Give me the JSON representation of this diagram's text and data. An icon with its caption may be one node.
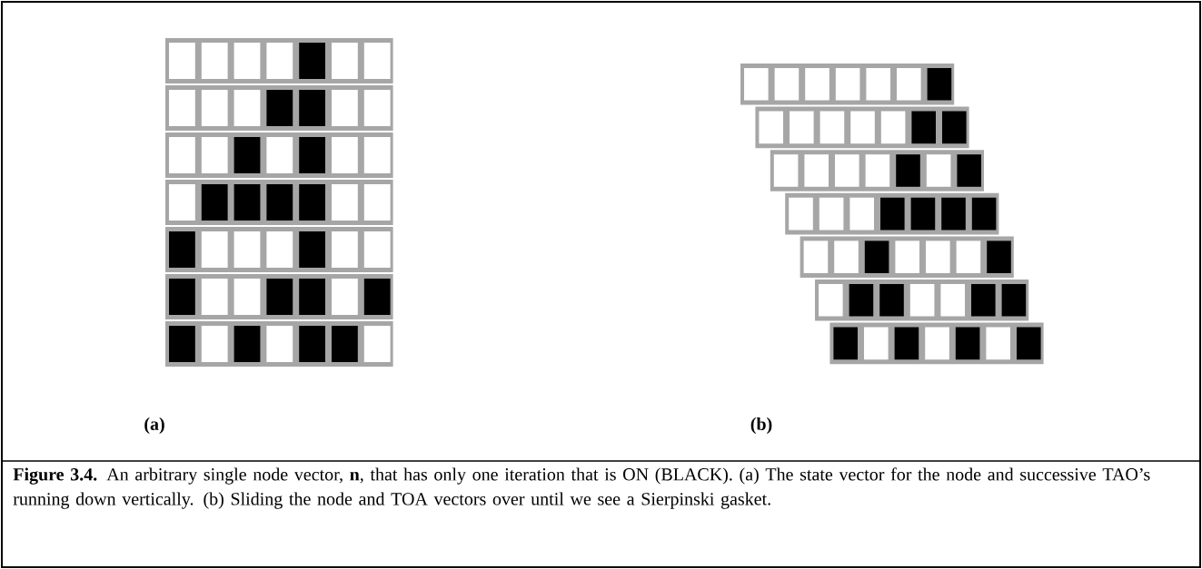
{
  "diagram": {
    "caption": "**Figure 3.4.** An arbitrary single node vector, **n**, that has only one iteration that is ON (BLACK). (a) The state vector for the node and successive TAO’s running down vertically. (b) Sliding the node and TOA vectors over until we see a Sierpinski gasket.",
    "labels": [
      "(a)",
      "(b)"
    ]
  }
}
